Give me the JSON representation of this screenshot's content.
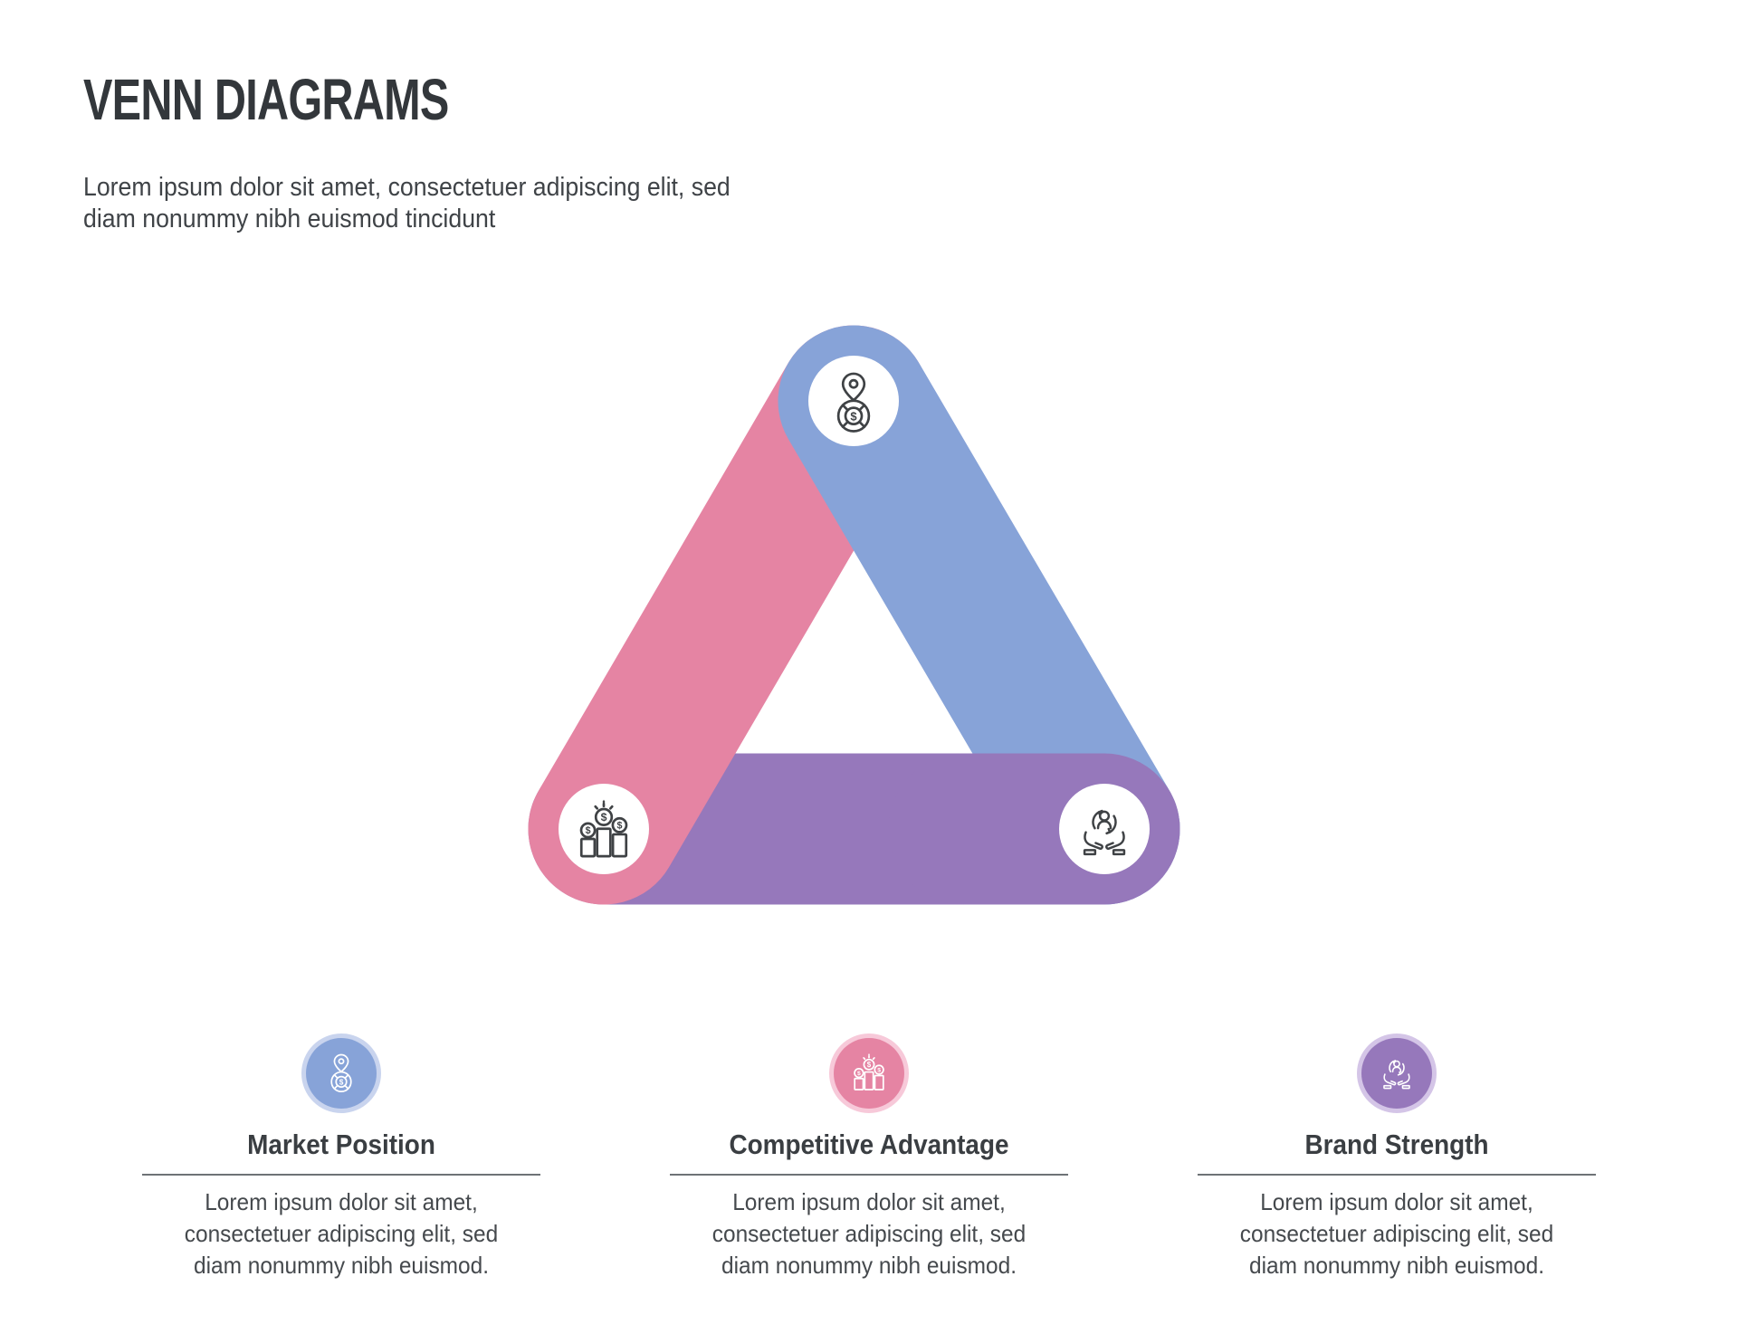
{
  "header": {
    "title": "VENN DIAGRAMS",
    "subtitle_lines": [
      "Lorem ipsum dolor sit amet, consectetuer adipiscing elit, sed",
      "diam nonummy nibh euismod tincidunt"
    ]
  },
  "colors": {
    "blue": "#87A3D8",
    "pink": "#E584A3",
    "purple": "#9678BB",
    "blue_halo": "#C9D4EE",
    "pink_halo": "#F7C9D9",
    "purple_halo": "#D4C5E7",
    "icon_stroke": "#3F4245",
    "title_text": "#33373B",
    "body_text": "#45494D",
    "divider": "#6E7276"
  },
  "diagram": {
    "type": "rounded-triangle-venn",
    "nodes": [
      {
        "position": "top",
        "icon": "market-position-icon",
        "color_ref": "blue"
      },
      {
        "position": "bottom-left",
        "icon": "competitive-advantage-icon",
        "color_ref": "pink"
      },
      {
        "position": "bottom-right",
        "icon": "brand-strength-icon",
        "color_ref": "purple"
      }
    ]
  },
  "legend": {
    "items": [
      {
        "title": "Market Position",
        "icon": "market-position-icon",
        "color": "#87A3D8",
        "halo": "#C9D4EE",
        "desc_lines": [
          "Lorem ipsum dolor sit amet,",
          "consectetuer adipiscing elit, sed",
          "diam nonummy nibh euismod."
        ]
      },
      {
        "title": "Competitive Advantage",
        "icon": "competitive-advantage-icon",
        "color": "#E584A3",
        "halo": "#F7C9D9",
        "desc_lines": [
          "Lorem ipsum dolor sit amet,",
          "consectetuer adipiscing elit, sed",
          "diam nonummy nibh euismod."
        ]
      },
      {
        "title": "Brand Strength",
        "icon": "brand-strength-icon",
        "color": "#9678BB",
        "halo": "#D4C5E7",
        "desc_lines": [
          "Lorem ipsum dolor sit amet,",
          "consectetuer adipiscing elit, sed",
          "diam nonummy nibh euismod."
        ]
      }
    ]
  }
}
